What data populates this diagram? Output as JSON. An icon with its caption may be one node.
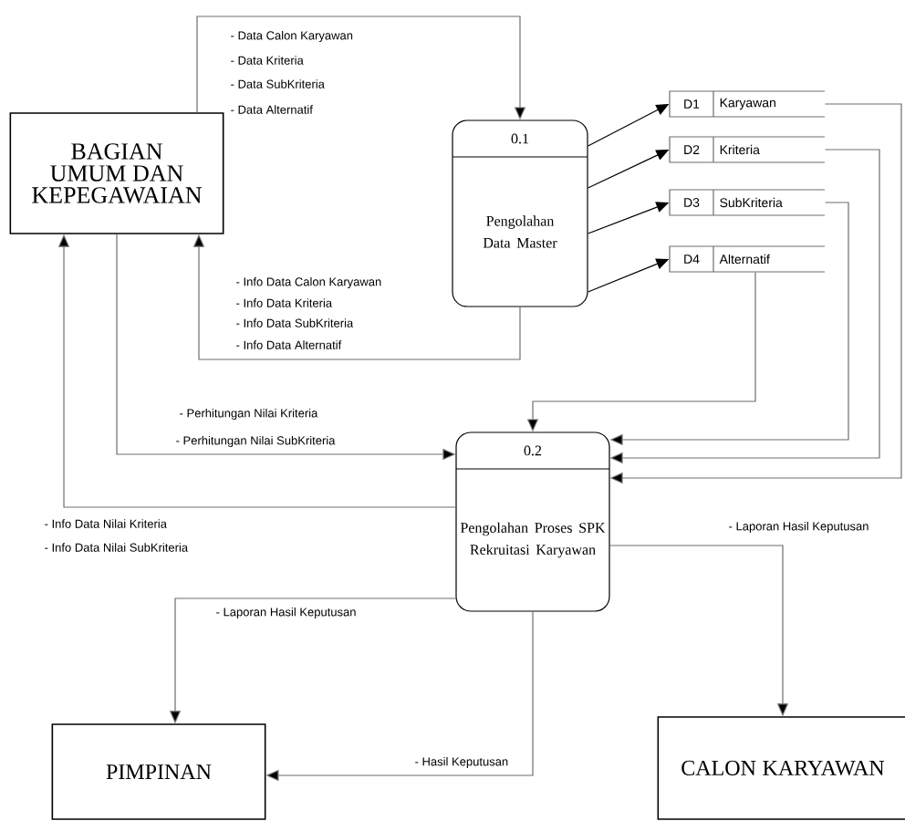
{
  "diagram": {
    "nodes": [
      {
        "text": [
          "BAGIAN UMUM DAN KEPEGAWAIAN"
        ]
      },
      {
        "text": [
          "0.1",
          "Pengolahan Data Master"
        ]
      },
      {
        "text": [
          "D1",
          "Karyawan"
        ]
      },
      {
        "text": [
          "D2",
          "Kriteria"
        ]
      },
      {
        "text": [
          "D3",
          "SubKriteria"
        ]
      },
      {
        "text": [
          "D4",
          "Alternatif"
        ]
      },
      {
        "text": [
          "0.2",
          "Pengolahan Proses SPK Rekruitasi Karyawan"
        ]
      },
      {
        "text": [
          "PIMPINAN"
        ]
      },
      {
        "text": [
          "CALON KARYAWAN"
        ]
      }
    ],
    "edges": [
      {
        "from": 0,
        "to": 1,
        "arrow": "to"
      },
      {
        "from": 1,
        "to": 0,
        "arrow": "to"
      },
      {
        "from": 1,
        "to": 2,
        "arrow": "to",
        "color": "#000000"
      },
      {
        "from": 1,
        "to": 3,
        "arrow": "to",
        "color": "#000000"
      },
      {
        "from": 1,
        "to": 4,
        "arrow": "to",
        "color": "#000000"
      },
      {
        "from": 1,
        "to": 5,
        "arrow": "to",
        "color": "#000000"
      },
      {
        "from": 2,
        "to": 6,
        "arrow": "to"
      },
      {
        "from": 3,
        "to": 6,
        "arrow": "to"
      },
      {
        "from": 4,
        "to": 6,
        "arrow": "to"
      },
      {
        "from": 5,
        "to": 6,
        "arrow": "to"
      },
      {
        "from": 0,
        "to": 6,
        "arrow": "to"
      },
      {
        "from": 6,
        "to": 0,
        "arrow": "to"
      },
      {
        "from": 6,
        "to": 7,
        "arrow": "to",
        "label": "- Laporan Hasil Keputusan"
      },
      {
        "from": 6,
        "to": 7,
        "arrow": "to",
        "label": "- Hasil Keputusan"
      },
      {
        "from": 6,
        "to": 8,
        "arrow": "to",
        "label": "- Laporan Hasil Keputusan"
      }
    ],
    "labels": [
      "- Data Calon Karyawan",
      "- Data Kriteria",
      "- Data SubKriteria",
      "- Data Alternatif",
      "- Info Data Calon Karyawan",
      "- Info Data Kriteria",
      "- Info Data SubKriteria",
      "- Info Data Alternatif",
      "- Perhitungan Nilai Kriteria",
      "- Perhitungan Nilai SubKriteria",
      "- Info Data Nilai Kriteria",
      "- Info Data Nilai SubKriteria"
    ]
  }
}
